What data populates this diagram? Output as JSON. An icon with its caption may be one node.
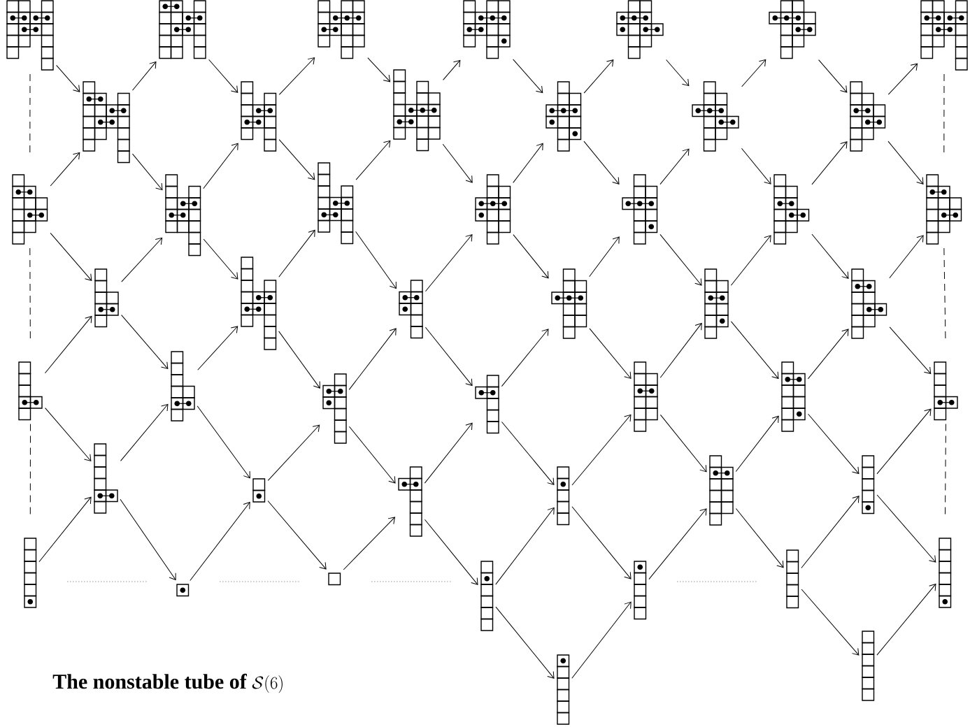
{
  "diagram": {
    "title": "\\textbf{The nonstable tube of }\\mathcal{S}(6)",
    "nodes": [
      {
        "text": [],
        "shape": "grid"
      },
      {
        "text": [],
        "shape": "grid"
      },
      {
        "text": [],
        "shape": "grid"
      },
      {
        "text": [],
        "shape": "grid"
      },
      {
        "text": [],
        "shape": "grid"
      },
      {
        "text": [],
        "shape": "grid"
      },
      {
        "text": [],
        "shape": "grid"
      },
      {
        "text": [],
        "shape": "grid"
      },
      {
        "text": [],
        "shape": "grid"
      },
      {
        "text": [],
        "shape": "grid"
      },
      {
        "text": [],
        "shape": "grid"
      },
      {
        "text": [],
        "shape": "grid"
      },
      {
        "text": [],
        "shape": "grid"
      },
      {
        "text": [],
        "shape": "grid"
      },
      {
        "text": [],
        "shape": "grid"
      },
      {
        "text": [],
        "shape": "grid"
      },
      {
        "text": [],
        "shape": "grid"
      },
      {
        "text": [],
        "shape": "grid"
      },
      {
        "text": [],
        "shape": "grid"
      },
      {
        "text": [],
        "shape": "grid"
      },
      {
        "text": [],
        "shape": "grid"
      },
      {
        "text": [],
        "shape": "grid"
      },
      {
        "text": [],
        "shape": "grid"
      },
      {
        "text": [],
        "shape": "grid"
      },
      {
        "text": [],
        "shape": "grid"
      },
      {
        "text": [],
        "shape": "grid"
      },
      {
        "text": [],
        "shape": "grid"
      },
      {
        "text": [],
        "shape": "grid"
      },
      {
        "text": [],
        "shape": "grid"
      },
      {
        "text": [],
        "shape": "grid"
      },
      {
        "text": [],
        "shape": "grid"
      },
      {
        "text": [],
        "shape": "grid"
      },
      {
        "text": [],
        "shape": "grid"
      },
      {
        "text": [],
        "shape": "grid"
      },
      {
        "text": [],
        "shape": "grid"
      },
      {
        "text": [],
        "shape": "grid"
      },
      {
        "text": [],
        "shape": "grid"
      },
      {
        "text": [],
        "shape": "grid"
      },
      {
        "text": [],
        "shape": "grid"
      },
      {
        "text": [],
        "shape": "grid"
      },
      {
        "text": [],
        "shape": "grid"
      },
      {
        "text": [],
        "shape": "grid"
      },
      {
        "text": [],
        "shape": "grid"
      },
      {
        "text": [],
        "shape": "grid"
      },
      {
        "text": [],
        "shape": "grid"
      },
      {
        "text": [],
        "shape": "grid"
      },
      {
        "text": [],
        "shape": "grid"
      },
      {
        "text": [],
        "shape": "grid"
      }
    ],
    "edges": [
      {
        "from": 0,
        "to": 7,
        "arrow": "to"
      },
      {
        "from": 1,
        "to": 8,
        "arrow": "to"
      },
      {
        "from": 2,
        "to": 9,
        "arrow": "to"
      },
      {
        "from": 3,
        "to": 10,
        "arrow": "to"
      },
      {
        "from": 4,
        "to": 11,
        "arrow": "to"
      },
      {
        "from": 5,
        "to": 12,
        "arrow": "to"
      },
      {
        "from": 7,
        "to": 1,
        "arrow": "to"
      },
      {
        "from": 8,
        "to": 2,
        "arrow": "to"
      },
      {
        "from": 9,
        "to": 3,
        "arrow": "to"
      },
      {
        "from": 10,
        "to": 4,
        "arrow": "to"
      },
      {
        "from": 11,
        "to": 5,
        "arrow": "to"
      },
      {
        "from": 12,
        "to": 6,
        "arrow": "to"
      },
      {
        "from": 7,
        "to": 14,
        "arrow": "to"
      },
      {
        "from": 8,
        "to": 15,
        "arrow": "to"
      },
      {
        "from": 9,
        "to": 16,
        "arrow": "to"
      },
      {
        "from": 10,
        "to": 17,
        "arrow": "to"
      },
      {
        "from": 11,
        "to": 18,
        "arrow": "to"
      },
      {
        "from": 12,
        "to": 19,
        "arrow": "to"
      },
      {
        "from": 13,
        "to": 7,
        "arrow": "to"
      },
      {
        "from": 14,
        "to": 8,
        "arrow": "to"
      },
      {
        "from": 15,
        "to": 9,
        "arrow": "to"
      },
      {
        "from": 16,
        "to": 10,
        "arrow": "to"
      },
      {
        "from": 17,
        "to": 11,
        "arrow": "to"
      },
      {
        "from": 18,
        "to": 12,
        "arrow": "to"
      },
      {
        "from": 13,
        "to": 20,
        "arrow": "to"
      },
      {
        "from": 14,
        "to": 21,
        "arrow": "to"
      },
      {
        "from": 15,
        "to": 22,
        "arrow": "to"
      },
      {
        "from": 16,
        "to": 23,
        "arrow": "to"
      },
      {
        "from": 17,
        "to": 24,
        "arrow": "to"
      },
      {
        "from": 18,
        "to": 25,
        "arrow": "to"
      },
      {
        "from": 20,
        "to": 14,
        "arrow": "to"
      },
      {
        "from": 21,
        "to": 15,
        "arrow": "to"
      },
      {
        "from": 22,
        "to": 16,
        "arrow": "to"
      },
      {
        "from": 23,
        "to": 17,
        "arrow": "to"
      },
      {
        "from": 24,
        "to": 18,
        "arrow": "to"
      },
      {
        "from": 25,
        "to": 19,
        "arrow": "to"
      },
      {
        "from": 20,
        "to": 27,
        "arrow": "to"
      },
      {
        "from": 21,
        "to": 28,
        "arrow": "to"
      },
      {
        "from": 22,
        "to": 29,
        "arrow": "to"
      },
      {
        "from": 23,
        "to": 30,
        "arrow": "to"
      },
      {
        "from": 24,
        "to": 31,
        "arrow": "to"
      },
      {
        "from": 25,
        "to": 32,
        "arrow": "to"
      },
      {
        "from": 26,
        "to": 20,
        "arrow": "to"
      },
      {
        "from": 27,
        "to": 21,
        "arrow": "to"
      },
      {
        "from": 28,
        "to": 22,
        "arrow": "to"
      },
      {
        "from": 29,
        "to": 23,
        "arrow": "to"
      },
      {
        "from": 30,
        "to": 24,
        "arrow": "to"
      },
      {
        "from": 31,
        "to": 25,
        "arrow": "to"
      },
      {
        "from": 26,
        "to": 33,
        "arrow": "to"
      },
      {
        "from": 27,
        "to": 34,
        "arrow": "to"
      },
      {
        "from": 28,
        "to": 35,
        "arrow": "to"
      },
      {
        "from": 29,
        "to": 36,
        "arrow": "to"
      },
      {
        "from": 30,
        "to": 37,
        "arrow": "to"
      },
      {
        "from": 31,
        "to": 38,
        "arrow": "to"
      },
      {
        "from": 33,
        "to": 27,
        "arrow": "to"
      },
      {
        "from": 34,
        "to": 28,
        "arrow": "to"
      },
      {
        "from": 35,
        "to": 29,
        "arrow": "to"
      },
      {
        "from": 36,
        "to": 30,
        "arrow": "to"
      },
      {
        "from": 37,
        "to": 31,
        "arrow": "to"
      },
      {
        "from": 38,
        "to": 32,
        "arrow": "to"
      },
      {
        "from": 33,
        "to": 40,
        "arrow": "to"
      },
      {
        "from": 34,
        "to": 41,
        "arrow": "to"
      },
      {
        "from": 35,
        "to": 42,
        "arrow": "to"
      },
      {
        "from": 36,
        "to": 43,
        "arrow": "to"
      },
      {
        "from": 37,
        "to": 44,
        "arrow": "to"
      },
      {
        "from": 38,
        "to": 45,
        "arrow": "to"
      },
      {
        "from": 39,
        "to": 33,
        "arrow": "to"
      },
      {
        "from": 40,
        "to": 34,
        "arrow": "to"
      },
      {
        "from": 41,
        "to": 35,
        "arrow": "to"
      },
      {
        "from": 42,
        "to": 36,
        "arrow": "to"
      },
      {
        "from": 43,
        "to": 37,
        "arrow": "to"
      },
      {
        "from": 44,
        "to": 38,
        "arrow": "to"
      },
      {
        "from": 42,
        "to": 46,
        "arrow": "to"
      },
      {
        "from": 44,
        "to": 47,
        "arrow": "to"
      },
      {
        "from": 46,
        "to": 43,
        "arrow": "to"
      },
      {
        "from": 47,
        "to": 45,
        "arrow": "to"
      },
      {
        "from": 0,
        "to": 13,
        "arrow": "none",
        "style": "dashed"
      },
      {
        "from": 13,
        "to": 26,
        "arrow": "none",
        "style": "dashed"
      },
      {
        "from": 26,
        "to": 39,
        "arrow": "none",
        "style": "dashed"
      },
      {
        "from": 6,
        "to": 19,
        "arrow": "none",
        "style": "dashed"
      },
      {
        "from": 19,
        "to": 32,
        "arrow": "none",
        "style": "dashed"
      },
      {
        "from": 32,
        "to": 45,
        "arrow": "none",
        "style": "dashed"
      },
      {
        "from": 39,
        "to": 40,
        "arrow": "none",
        "style": "dashed"
      },
      {
        "from": 40,
        "to": 41,
        "arrow": "none",
        "style": "dashed"
      },
      {
        "from": 41,
        "to": 42,
        "arrow": "none",
        "style": "dashed"
      },
      {
        "from": 43,
        "to": 44,
        "arrow": "none",
        "style": "dashed"
      }
    ]
  }
}
